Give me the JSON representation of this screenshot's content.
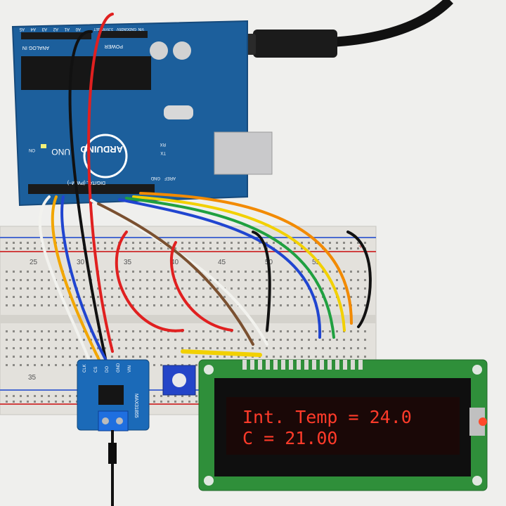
{
  "board": {
    "brand": "ARDUINO",
    "model": "UNO",
    "power_header": "POWER",
    "analog_header": "ANALOG IN",
    "digital_header": "DIGITAL (PWM~)",
    "analog_pins": [
      "A0",
      "A1",
      "A2",
      "A3",
      "A4",
      "A5"
    ],
    "power_pins": [
      "VIN",
      "GND",
      "GND",
      "5V",
      "3.3V",
      "RESET"
    ],
    "labels": {
      "on": "ON",
      "tx": "TX",
      "rx": "RX",
      "aref": "AREF",
      "gnd": "GND"
    }
  },
  "breadboard": {
    "row_numbers": [
      "25",
      "30",
      "35",
      "40",
      "45",
      "50",
      "55"
    ],
    "bottom_number": "35",
    "rail_plus": "+"
  },
  "sensor_module": {
    "label": "MAX31855",
    "pins": [
      "CLK",
      "CS",
      "DO",
      "GND",
      "VIN"
    ]
  },
  "lcd": {
    "line1": "Int. Temp = 24.0",
    "line2": "C = 21.00",
    "text_color": "#ff3b2a",
    "background_color": "#1a0807",
    "pcb_color": "#2f8f3a"
  },
  "colors": {
    "board": "#1c5f9c",
    "breadboard": "#e3e1dc"
  }
}
